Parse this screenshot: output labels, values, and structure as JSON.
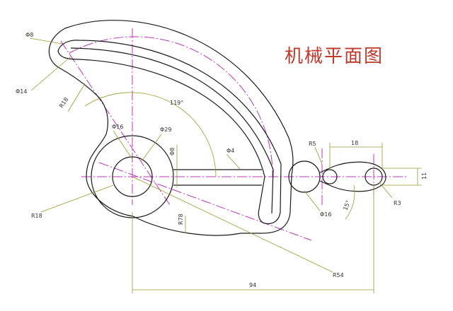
{
  "title": "机械平面图",
  "colors": {
    "outline": "#1a1a1a",
    "centerline": "#c035c0",
    "dimension": "#9a9a2a",
    "title": "#c0392b"
  },
  "labels": {
    "phi8_top": "Φ8",
    "phi14": "Φ14",
    "r18_upper": "R18",
    "angle_119": "119°",
    "phi16_hub": "Φ16",
    "phi29": "Φ29",
    "phi8_web": "Φ8",
    "phi4": "Φ4",
    "r5": "R5",
    "dim_18": "18",
    "dim_11": "11",
    "r3": "R3",
    "phi16_right": "Φ16",
    "angle_15": "15°",
    "r78": "R78",
    "r18_lower": "R18",
    "r54": "R54",
    "dim_94": "94"
  }
}
